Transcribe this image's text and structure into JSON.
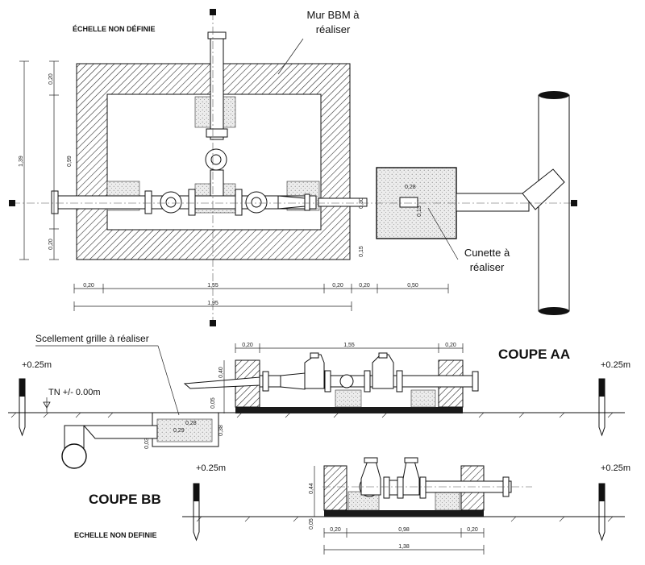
{
  "scale_top": "ÉCHELLE NON DÉFINIE",
  "scale_bottom": "ECHELLE NON DEFINIE",
  "callouts": {
    "mur_line1": "Mur BBM à",
    "mur_line2": "réaliser",
    "cunette_line1": "Cunette à",
    "cunette_line2": "réaliser",
    "scellement": "Scellement grille à réaliser",
    "tn": "TN +/- 0.00m"
  },
  "sections": {
    "aa": "COUPE AA",
    "bb": "COUPE BB"
  },
  "levels": {
    "marker": "+0.25m"
  },
  "plan_dims": {
    "horizontal": [
      "0,20",
      "1,55",
      "0,20",
      "0,20",
      "0,50"
    ],
    "total": "1,95",
    "vertical_left": [
      "0,20",
      "0,99",
      "0,20"
    ],
    "vertical_total": "1,39",
    "chamber": [
      "0,28",
      "0,30",
      "0,13",
      "0,15"
    ]
  },
  "aa_dims": {
    "top": [
      "0,20",
      "1,55",
      "0,20"
    ],
    "heights": [
      "0,40",
      "0,05",
      "0,38"
    ],
    "chamber": [
      "0,29",
      "0,28",
      "0,03"
    ]
  },
  "bb_dims": {
    "bottom": [
      "0,20",
      "0,98",
      "0,20"
    ],
    "total": "1,38",
    "heights": [
      "0,44",
      "0,05"
    ]
  },
  "colors": {
    "ink": "#111111",
    "slab": "#1a1a1a",
    "concrete": "#e6e6e6"
  }
}
